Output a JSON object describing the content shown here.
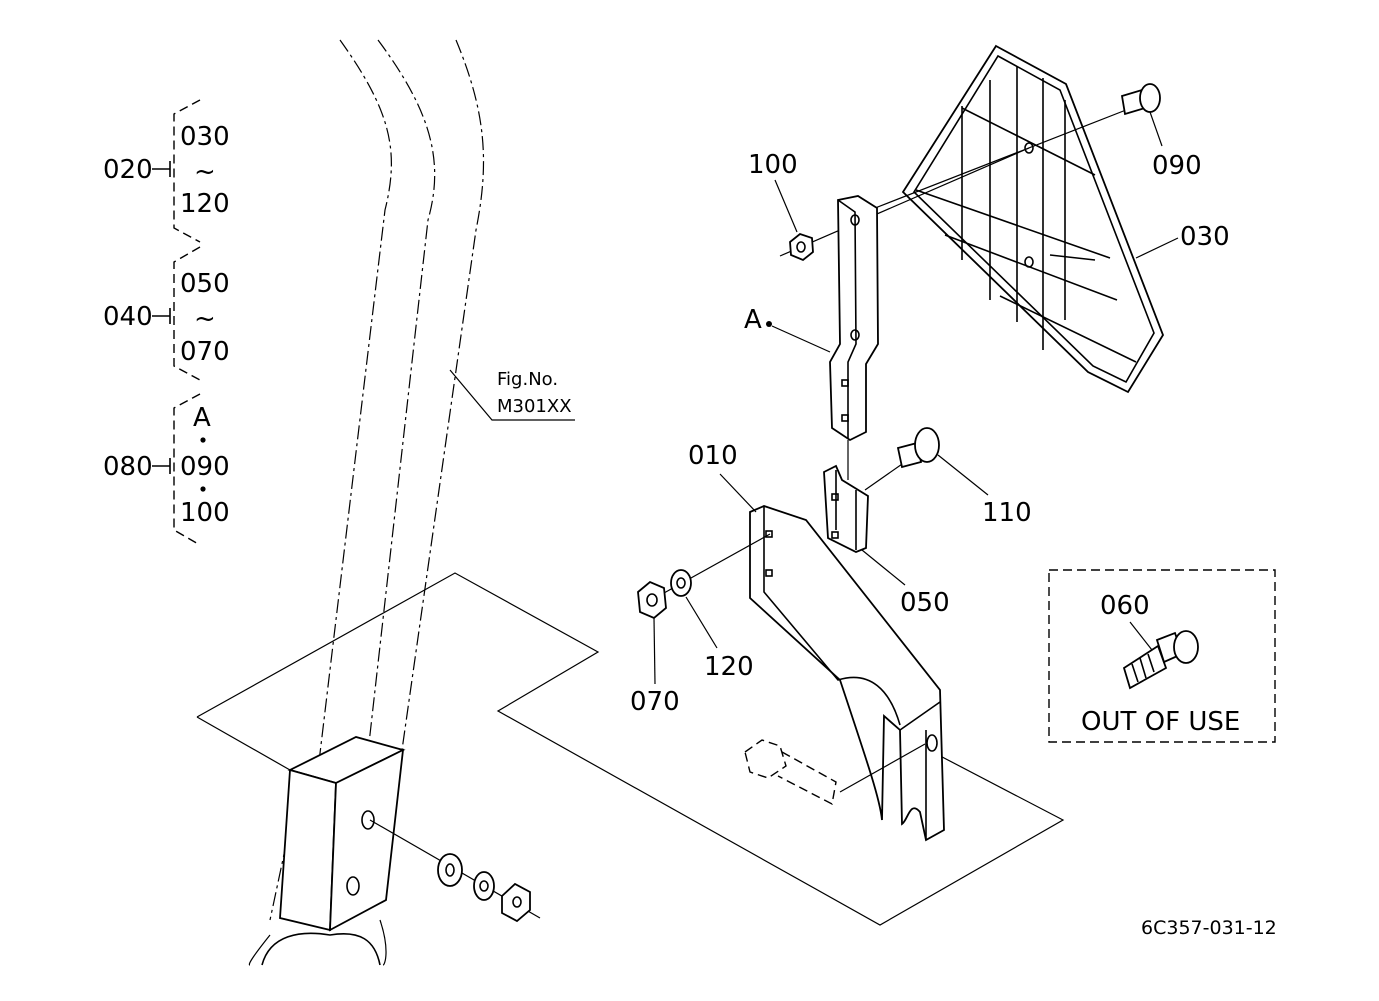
{
  "legend": {
    "group1": {
      "parent": "020",
      "first": "030",
      "sep": "~",
      "last": "120"
    },
    "group2": {
      "parent": "040",
      "first": "050",
      "sep": "~",
      "last": "070"
    },
    "group3": {
      "parent": "080",
      "first": "A",
      "mid": "090",
      "last": "100",
      "dot": "•"
    }
  },
  "figref": {
    "line1": "Fig.No.",
    "line2": "M301XX"
  },
  "callouts": {
    "p010": "010",
    "p030": "030",
    "p050": "050",
    "p060": "060",
    "p070": "070",
    "p090": "090",
    "p100": "100",
    "p110": "110",
    "p120": "120",
    "pointA": "A"
  },
  "outOfUse": "OUT OF USE",
  "drawingNo": "6C357-031-12"
}
